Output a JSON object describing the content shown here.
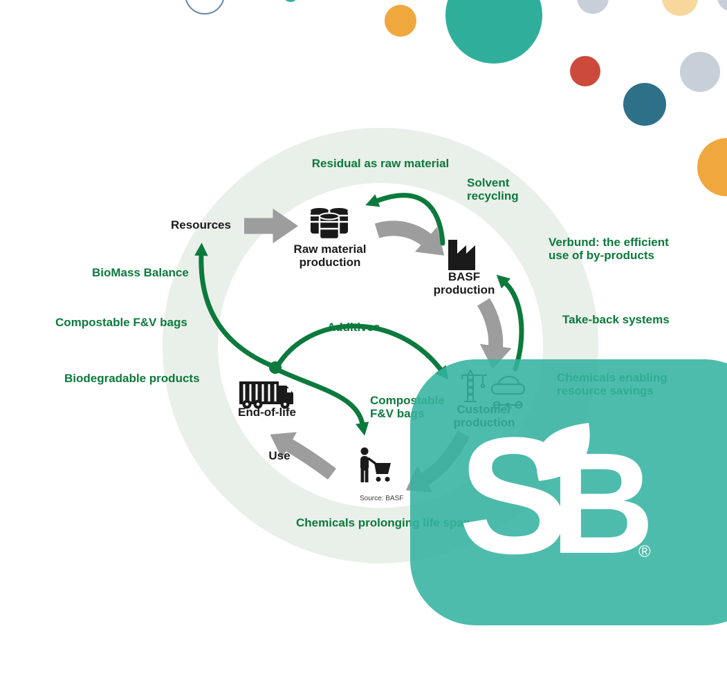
{
  "labels": {
    "residual": "Residual as raw material",
    "solvent": "Solvent\nrecycling",
    "verbund": "Verbund: the efficient\nuse of by-products",
    "takeback": "Take-back systems",
    "chemicals_enabling": "Chemicals enabling\nresource savings",
    "resources": "Resources",
    "biomass": "BioMass Balance",
    "compostable_left": "Compostable F&V bags",
    "biodegradable": "Biodegradable products",
    "additives": "Additives",
    "compostable_center": "Compostable\nF&V bags",
    "raw_material": "Raw material\nproduction",
    "basf_production": "BASF\nproduction",
    "end_of_life": "End-of-life",
    "use": "Use",
    "customer": "Customer\nproduction",
    "chemicals_prolonging": "Chemicals prolonging life span",
    "source": "Source: BASF"
  },
  "logo": {
    "s": "S",
    "b": "B",
    "registered": "®"
  },
  "icons": {
    "raw_material": "barrels-icon",
    "basf_production": "factory-icon",
    "customer_production": "crane-and-car-icon",
    "use": "shopper-with-cart-icon",
    "end_of_life": "garbage-truck-icon",
    "logo_leaf": "leaf-icon"
  },
  "colors": {
    "brand_teal": "#35B3A0",
    "green": "#0B7A3C",
    "arrow_gray": "#9D9D9D",
    "ring_light_green": "#E9EFE9",
    "ink": "#1A1A1A",
    "accent_orange": "#F0A73E",
    "accent_pale_yellow": "#F8D79C",
    "accent_gray": "#C7CFD8",
    "accent_red": "#CB4A3B",
    "accent_steel_blue": "#2F7089",
    "hollow_circle_stroke": "#5E87AC",
    "logo_white": "#FFFFFF"
  }
}
